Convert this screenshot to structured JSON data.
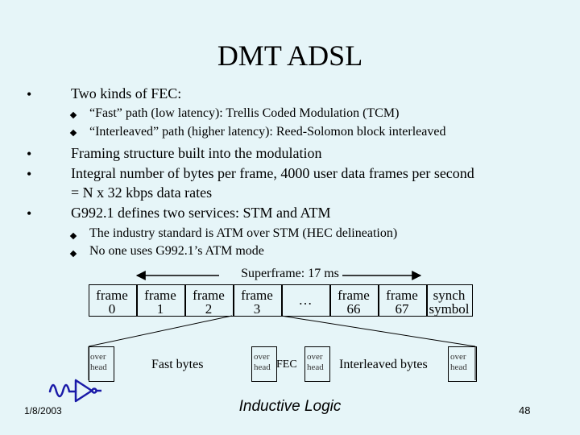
{
  "title": "DMT ADSL",
  "bullets": [
    {
      "text": "Two kinds of FEC:",
      "sub": [
        "“Fast” path (low latency): Trellis Coded Modulation (TCM)",
        "“Interleaved” path (higher latency): Reed-Solomon block interleaved"
      ]
    },
    {
      "text": "Framing structure built into the modulation",
      "sub": []
    },
    {
      "text": "Integral number of bytes per frame, 4000 user data frames per second",
      "line2": "= N x 32 kbps data rates",
      "sub": []
    },
    {
      "text": "G992.1 defines two services: STM and ATM",
      "sub": [
        "The industry standard is ATM over STM (HEC delineation)",
        "No one uses G992.1’s ATM mode"
      ]
    }
  ],
  "diagram": {
    "superframe_label": "Superframe: 17 ms",
    "frames": [
      {
        "line1": "frame",
        "line2": "0"
      },
      {
        "line1": "frame",
        "line2": "1"
      },
      {
        "line1": "frame",
        "line2": "2"
      },
      {
        "line1": "frame",
        "line2": "3"
      },
      {
        "line1": "…",
        "line2": ""
      },
      {
        "line1": "frame",
        "line2": "66"
      },
      {
        "line1": "frame",
        "line2": "67"
      },
      {
        "line1": "synch",
        "line2": "symbol"
      }
    ],
    "frame_detail": {
      "overhead1": {
        "line1": "over",
        "line2": "head"
      },
      "fast_bytes": "Fast bytes",
      "overhead2": {
        "line1": "over",
        "line2": "head"
      },
      "fec": "FEC",
      "overhead3": {
        "line1": "over",
        "line2": "head"
      },
      "interleaved_bytes": "Interleaved bytes",
      "overhead4": {
        "line1": "over",
        "line2": "head"
      }
    }
  },
  "footer": {
    "date": "1/8/2003",
    "brand": "Inductive Logic",
    "page": "48",
    "logo_color": "#1a1aa8"
  }
}
